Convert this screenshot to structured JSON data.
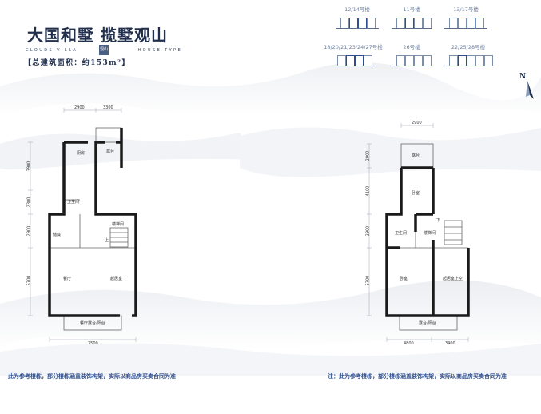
{
  "header": {
    "title": "大国和墅  揽墅观山",
    "sub_left": "CLOUDS VILLA",
    "sub_right": "HOUSE TYPE",
    "logo": "观山",
    "area": "【总建筑面积：约153m²】"
  },
  "buildings": [
    {
      "label": "12/14号楼",
      "highlight": 2
    },
    {
      "label": "11号楼",
      "highlight": 1
    },
    {
      "label": "13/17号楼",
      "highlight": 1
    },
    {
      "label": "18/20/21/23/24/27号楼",
      "highlight": 2
    },
    {
      "label": "26号楼",
      "highlight": 0
    },
    {
      "label": "22/25/28号楼",
      "highlight": 1
    }
  ],
  "compass": {
    "label": "N"
  },
  "floor1": {
    "dims": {
      "top_a": "2900",
      "top_b": "3300",
      "left_1": "3900",
      "left_2": "2300",
      "left_3": "2900",
      "left_4": "5700",
      "bottom": "7500"
    },
    "rooms": {
      "kitchen": "厨房",
      "garden": "露台",
      "wc": "卫生间",
      "storage": "储藏",
      "stair": "楼梯间",
      "up": "上",
      "dining": "餐厅",
      "living": "起居室",
      "terrace": "餐厅露台/阳台"
    }
  },
  "floor2": {
    "dims": {
      "top": "2900",
      "left_1": "2900",
      "left_2": "4100",
      "left_3": "2900",
      "left_4": "5700",
      "bottom_a": "4800",
      "bottom_b": "3400"
    },
    "rooms": {
      "balcony": "露台",
      "bedroom_top": "卧室",
      "bath": "卫生间",
      "stair": "楼梯间",
      "down": "下",
      "master": "卧室",
      "bedroom_right": "起居室上空",
      "terrace": "露台/阳台"
    }
  },
  "notes": {
    "left": "此为参考楼栋，部分楼栋涵盖装饰构架，实际以商品房买卖合同为准",
    "right": "注：此为参考楼栋，部分楼栋涵盖装饰构架，实际以商品房买卖合同为准"
  }
}
